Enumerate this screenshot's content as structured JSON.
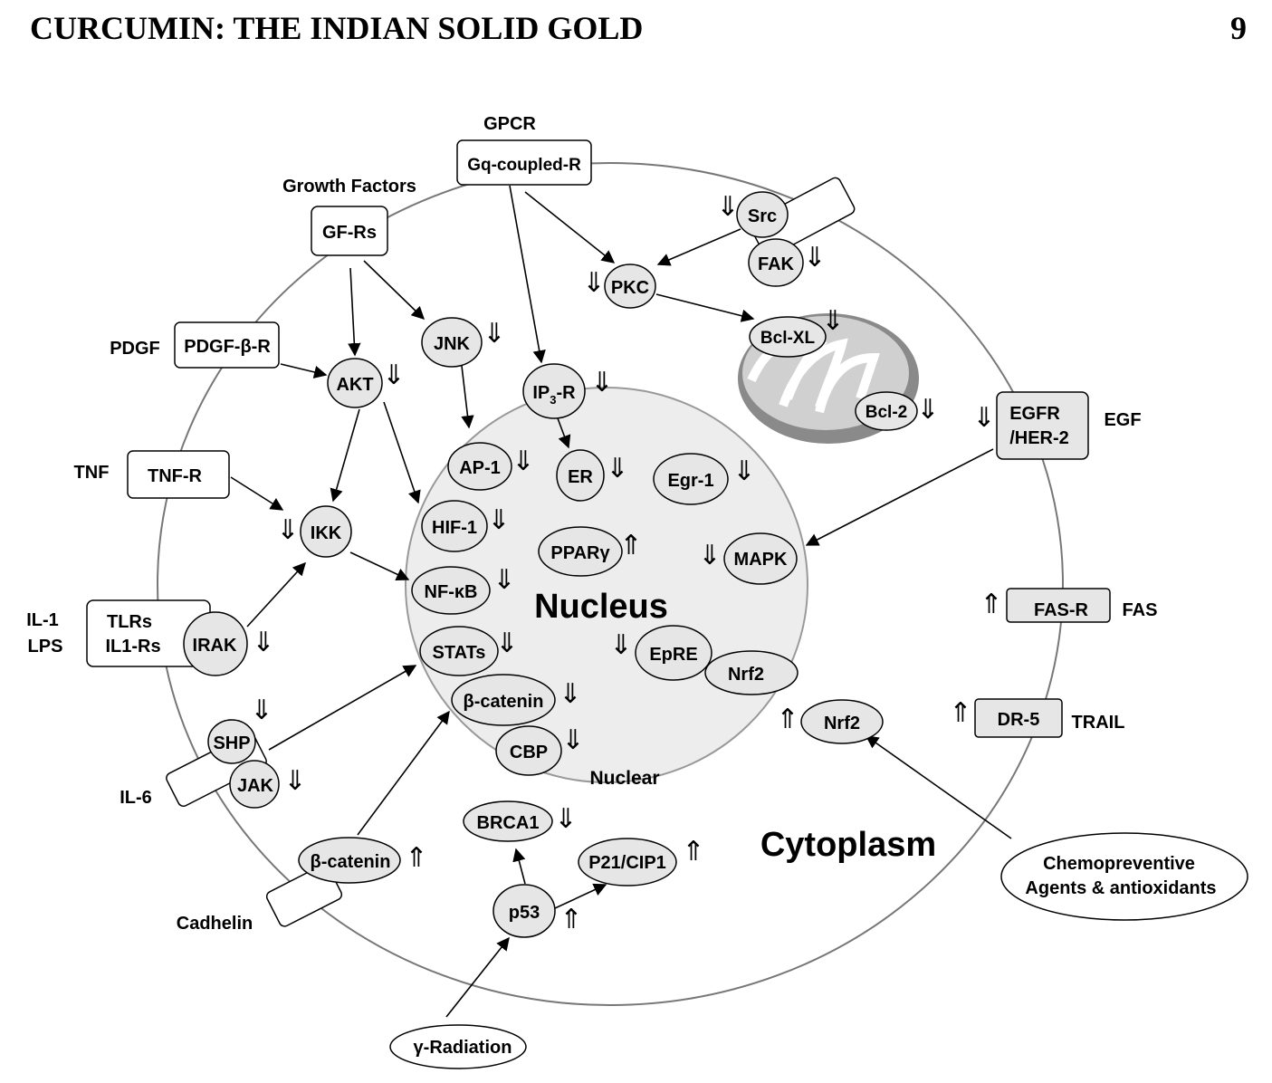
{
  "header": {
    "title": "CURCUMIN: THE INDIAN SOLID GOLD",
    "page_number": "9"
  },
  "regions": {
    "nucleus": "Nucleus",
    "nuclear": "Nuclear",
    "cytoplasm": "Cytoplasm"
  },
  "external_labels": {
    "gpcr": "GPCR",
    "growth_factors": "Growth Factors",
    "pdgf": "PDGF",
    "tnf": "TNF",
    "il1": "IL-1",
    "lps": "LPS",
    "il6": "IL-6",
    "cadhelin": "Cadhelin",
    "egf": "EGF",
    "fas": "FAS",
    "trail": "TRAIL"
  },
  "receptors": {
    "gq": "Gq-coupled-R",
    "gf": "GF-Rs",
    "pdgf": "PDGF-β-R",
    "tnf": "TNF-R",
    "tlrs_line1": "TLRs",
    "tlrs_line2": "IL1-Rs",
    "egfr_line1": "EGFR",
    "egfr_line2": "/HER-2",
    "fasr": "FAS-R",
    "dr5": "DR-5"
  },
  "nodes": {
    "src": "Src",
    "fak": "FAK",
    "pkc": "PKC",
    "bclxl": "Bcl-XL",
    "bcl2": "Bcl-2",
    "jnk": "JNK",
    "akt": "AKT",
    "ip3r_main": "IP",
    "ip3r_sub": "3",
    "ip3r_tail": "-R",
    "ikk": "IKK",
    "irak": "IRAK",
    "shp": "SHP",
    "jak": "JAK",
    "ap1": "AP-1",
    "er": "ER",
    "egr1": "Egr-1",
    "hif1": "HIF-1",
    "ppar": "PPARγ",
    "mapk": "MAPK",
    "nfkb": "NF-κB",
    "stats": "STATs",
    "epre": "EpRE",
    "nrf2_nuc": "Nrf2",
    "bcat_nuc": "β-catenin",
    "cbp": "CBP",
    "nrf2_cyto": "Nrf2",
    "brca1": "BRCA1",
    "p21": "P21/CIP1",
    "p53": "p53",
    "bcat_mem": "β-catenin"
  },
  "agents": {
    "chemo_line1": "Chemopreventive",
    "chemo_line2": "Agents & antioxidants",
    "gamma": "γ-Radiation"
  },
  "arrow_symbols": {
    "down": "⇓",
    "up": "⇑"
  }
}
